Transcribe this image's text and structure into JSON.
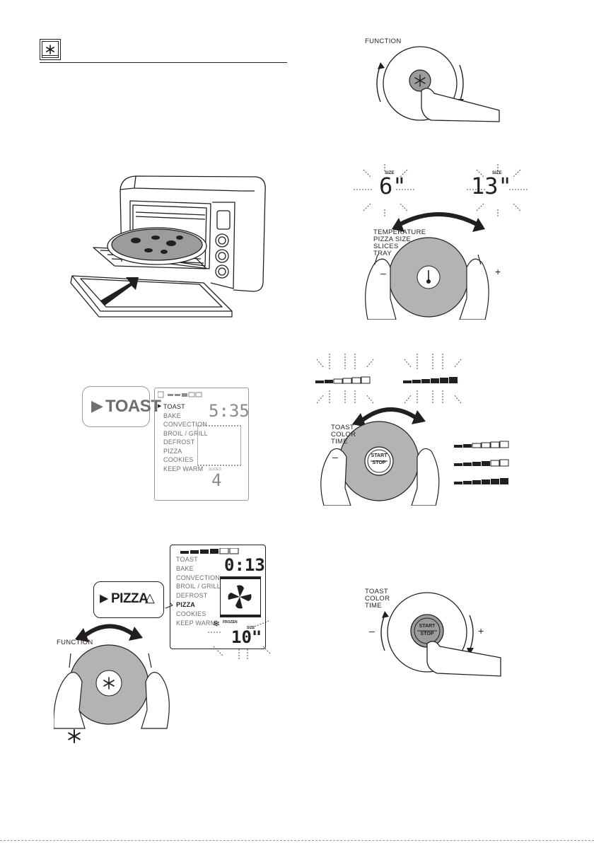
{
  "header": {
    "icon": "frozen-snowflake-icon"
  },
  "panel_function_knob": {
    "knob_label": "FUNCTION",
    "icon": "snowflake-icon"
  },
  "panel_pizza_size": {
    "size_left": "6\"",
    "size_left_tag": "SIZE",
    "size_right": "13\"",
    "size_right_tag": "SIZE",
    "knob_labels": [
      "TEMPERATURE",
      "PIZZA SIZE",
      "SLICES",
      "TRAY"
    ],
    "minus": "–",
    "plus": "+",
    "icon": "thermometer-icon"
  },
  "panel_toast_display": {
    "callout_label": "TOAST",
    "menu": [
      "TOAST",
      "BAKE",
      "CONVECTION",
      "BROIL / GRILL",
      "DEFROST",
      "PIZZA",
      "COOKIES",
      "KEEP WARM"
    ],
    "time": "5:35",
    "slices_tag": "SLICES",
    "slices": "4"
  },
  "panel_toast_color": {
    "knob_labels": [
      "TOAST",
      "COLOR",
      "TIME"
    ],
    "minus": "–",
    "button_top": "START",
    "button_bottom": "STOP",
    "shade_levels": [
      2,
      4,
      6
    ]
  },
  "panel_pizza_display": {
    "callout_label": "PIZZA",
    "menu": [
      "TOAST",
      "BAKE",
      "CONVECTION",
      "BROIL / GRILL",
      "DEFROST",
      "PIZZA",
      "COOKIES",
      "KEEP WARM"
    ],
    "time": "0:13",
    "frozen_tag": "FROZEN",
    "size_tag": "SIZE",
    "size": "10\"",
    "knob_label": "FUNCTION"
  },
  "panel_start": {
    "knob_labels": [
      "TOAST",
      "COLOR",
      "TIME"
    ],
    "minus": "–",
    "plus": "+",
    "button_top": "START",
    "button_bottom": "STOP"
  },
  "footnote": {
    "icon": "snowflake-icon"
  }
}
